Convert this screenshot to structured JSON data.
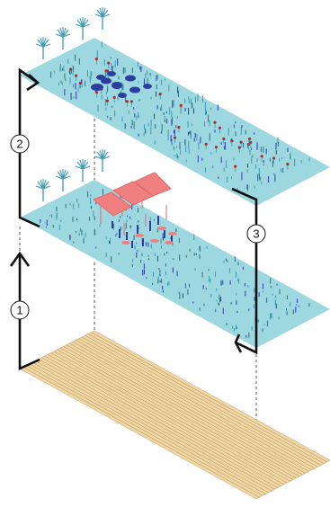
{
  "diagram": {
    "steps": [
      {
        "number": "1"
      },
      {
        "number": "2"
      },
      {
        "number": "3"
      }
    ],
    "layers": [
      {
        "name": "wooden-deck",
        "color": "#f2d8a7",
        "line_color": "#b8965b"
      },
      {
        "name": "event-layer",
        "color": "#9dd8e0"
      },
      {
        "name": "garden-layer",
        "color": "#9dd8e0"
      }
    ],
    "colors": {
      "plant": "#3d9ab0",
      "flower": "#b02a35",
      "people": "#2b3ea0",
      "canopy": "#f08080",
      "arrow": "#111111"
    }
  }
}
